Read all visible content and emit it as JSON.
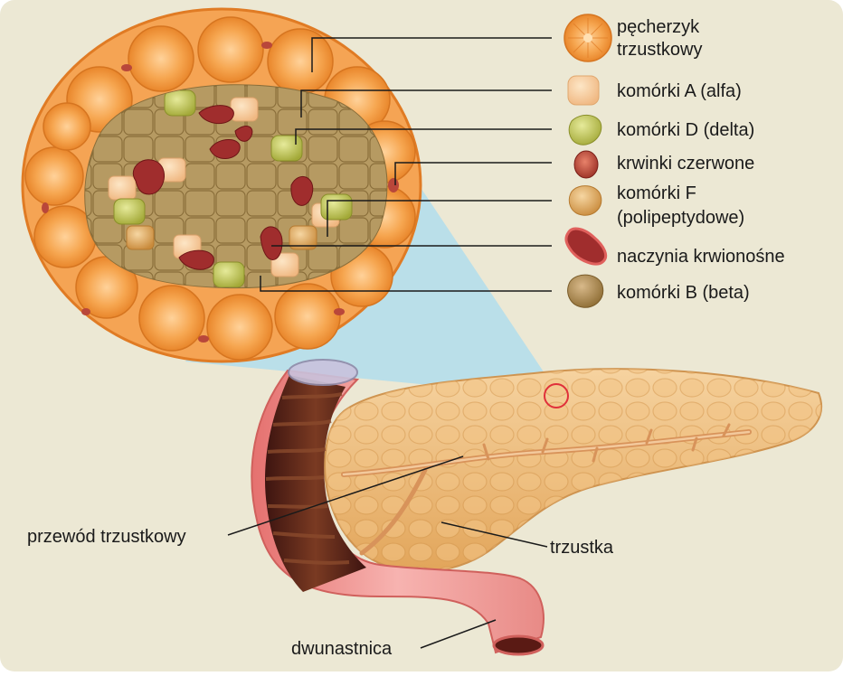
{
  "colors": {
    "background": "#ece8d4",
    "zoom_cone": "#a9dcf0",
    "acinus": "#f29a3c",
    "alpha_cell": "#f7cfa0",
    "delta_cell": "#c4cc55",
    "blood_cell": "#b9473a",
    "f_cell": "#e2a85e",
    "vessel": "#a02d2d",
    "beta_cell": "#b39356",
    "pancreas": "#ecb673",
    "duodenum": "#f19a96",
    "leader_line": "#1a1a1a",
    "marker_circle": "#e0303a"
  },
  "legend": [
    {
      "icon": "acinus-icon",
      "lines": [
        "pęcherzyk",
        "trzustkowy"
      ]
    },
    {
      "icon": "alpha-cell-icon",
      "lines": [
        "komórki A (alfa)"
      ]
    },
    {
      "icon": "delta-cell-icon",
      "lines": [
        "komórki D (delta)"
      ]
    },
    {
      "icon": "red-blood-cell-icon",
      "lines": [
        "krwinki czerwone"
      ]
    },
    {
      "icon": "f-cell-icon",
      "lines": [
        "komórki F",
        "(polipeptydowe)"
      ]
    },
    {
      "icon": "blood-vessel-icon",
      "lines": [
        "naczynia krwionośne"
      ]
    },
    {
      "icon": "beta-cell-icon",
      "lines": [
        "komórki B (beta)"
      ]
    }
  ],
  "labels": {
    "duct": "przewód trzustkowy",
    "pancreas": "trzustka",
    "duodenum": "dwunastnica"
  }
}
